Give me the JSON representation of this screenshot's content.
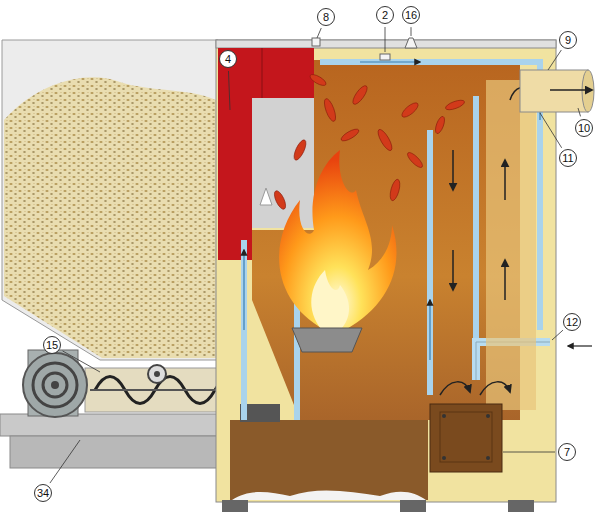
{
  "diagram": {
    "labels": [
      "8",
      "2",
      "16",
      "4",
      "9",
      "10",
      "11",
      "12",
      "7",
      "15",
      "34"
    ]
  }
}
